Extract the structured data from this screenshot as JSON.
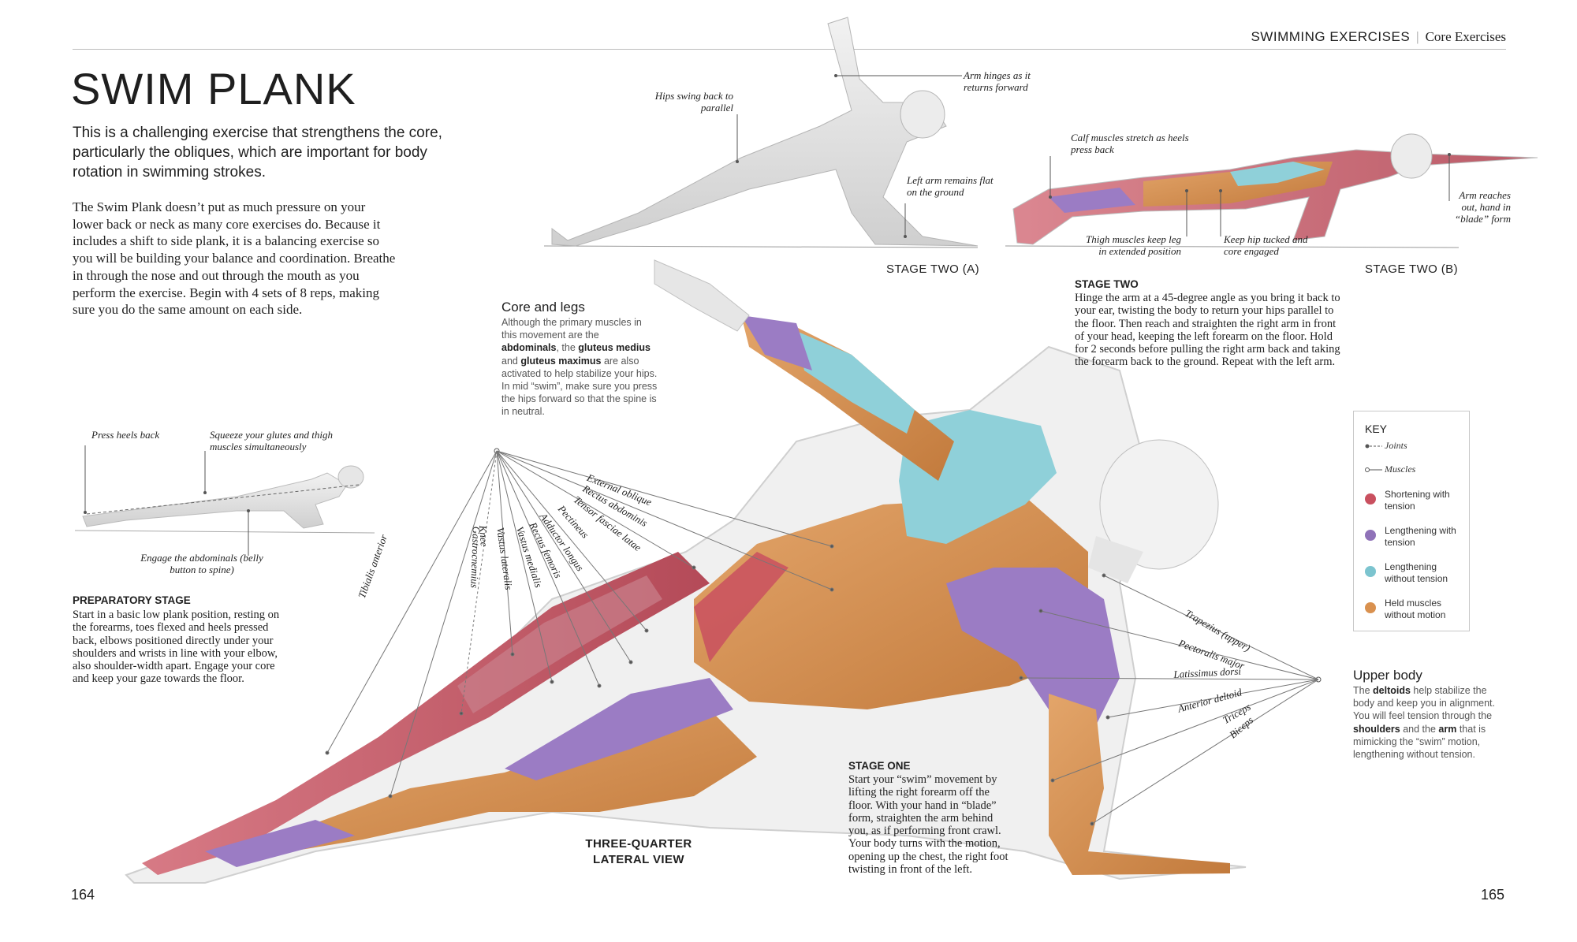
{
  "header": {
    "section": "SWIMMING EXERCISES",
    "subsection": "Core Exercises"
  },
  "title": "SWIM PLANK",
  "intro": "This is a challenging exercise that strengthens the core, particularly the obliques, which are important for body rotation in swimming strokes.",
  "body": "The Swim Plank doesn’t put as much pressure on your lower back or neck as many core exercises do. Because it includes a shift to side plank, it is a balancing exercise so you will be building your balance and coordination. Breathe in through the nose and out through the mouth as you perform the exercise. Begin with 4 sets of 8 reps, making sure you do the same amount on each side.",
  "prep": {
    "labels": {
      "heels": "Press heels back",
      "glutes": "Squeeze your glutes and thigh muscles simultaneously",
      "abs": "Engage the abdominals (belly button to spine)"
    },
    "heading": "PREPARATORY STAGE",
    "text": "Start in a basic low plank position, resting on the forearms, toes flexed and heels pressed back, elbows positioned directly under your shoulders and wrists in line with your elbow, also shoulder-width apart. Engage your core and keep your gaze towards the floor."
  },
  "stage2a": {
    "caption": "STAGE TWO (A)",
    "labels": {
      "hips": "Hips swing back to parallel",
      "arm": "Arm hinges as it returns forward",
      "left_arm": "Left arm remains flat on the ground"
    }
  },
  "stage2b": {
    "caption": "STAGE TWO (B)",
    "labels": {
      "calf": "Calf muscles stretch as heels press back",
      "thigh": "Thigh muscles keep leg in extended position",
      "hip": "Keep hip tucked and core engaged",
      "arm": "Arm reaches out, hand in “blade” form"
    }
  },
  "stage2": {
    "heading": "STAGE TWO",
    "text": "Hinge the arm at a 45-degree angle as you bring it back to your ear, twisting the body to return your hips parallel to the floor. Then reach and straighten the right arm in front of your head, keeping the left forearm on the floor. Hold for 2 seconds before pulling the right arm back and taking the forearm back to the ground. Repeat with the left arm."
  },
  "core_legs": {
    "title": "Core and legs",
    "t1": "Although the primary muscles in this movement are the ",
    "b1": "abdominals",
    "t2": ", the ",
    "b2": "gluteus medius",
    "t3": " and ",
    "b3": "gluteus maximus",
    "t4": " are also activated to help stabilize your hips. In mid “swim”, make sure you press the hips forward so that the spine is in neutral.",
    "muscles": [
      "External oblique",
      "Rectus abdominis",
      "Tensor fasciae latae",
      "Pectineus",
      "Adductor longus",
      "Rectus femoris",
      "Vastus medialis",
      "Vastus lateralis",
      "Knee",
      "Gastrocnemius",
      "Tibialis anterior"
    ]
  },
  "upper_body": {
    "title": "Upper body",
    "t1": "The ",
    "b1": "deltoids",
    "t2": " help stabilize the body and keep you in alignment. You will feel tension through the ",
    "b2": "shoulders",
    "t3": " and the ",
    "b3": "arm",
    "t4": " that is mimicking the “swim” motion, lengthening without tension.",
    "muscles": [
      "Trapezius (upper)",
      "Pectoralis major",
      "Latissimus dorsi",
      "Anterior deltoid",
      "Triceps",
      "Biceps"
    ]
  },
  "key": {
    "title": "KEY",
    "joints": "Joints",
    "muscles": "Muscles",
    "items": [
      {
        "label": "Shortening with tension",
        "color": "#c9505f"
      },
      {
        "label": "Lengthening with tension",
        "color": "#8f72b8"
      },
      {
        "label": "Lengthening without tension",
        "color": "#7cc4cf"
      },
      {
        "label": "Held muscles without motion",
        "color": "#d9914f"
      }
    ]
  },
  "stage1": {
    "heading": "STAGE ONE",
    "text": "Start your “swim” movement by lifting the right forearm off the floor. With your hand in “blade” form, straighten the arm behind you, as if performing front crawl. Your body turns with the motion, opening up the chest, the right foot twisting in front of the left."
  },
  "main_caption": {
    "line1": "THREE-QUARTER",
    "line2": "LATERAL VIEW"
  },
  "pages": {
    "left": "164",
    "right": "165"
  }
}
